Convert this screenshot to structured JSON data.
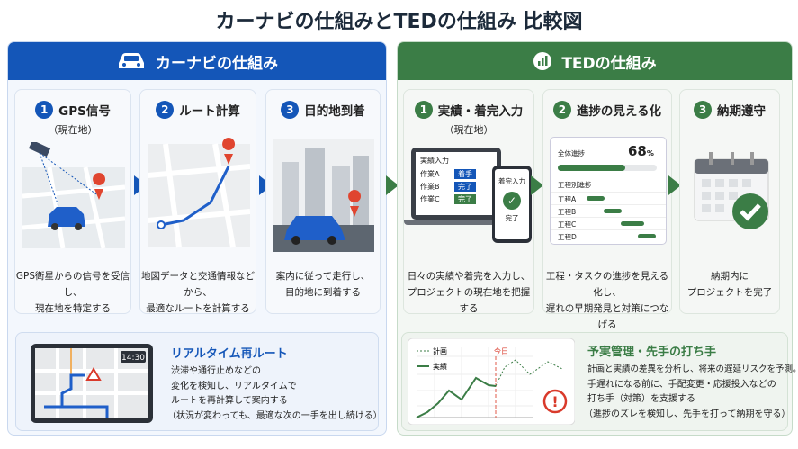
{
  "title": "カーナビの仕組みとTEDの仕組み 比較図",
  "left": {
    "header": "カーナビの仕組み",
    "steps": [
      {
        "num": "1",
        "title": "GPS信号",
        "sub": "（現在地）",
        "desc": [
          "GPS衛星からの信号を受信し、",
          "現在地を特定する"
        ]
      },
      {
        "num": "2",
        "title": "ルート計算",
        "desc": [
          "地図データと交通情報などから、",
          "最適なルートを計算する"
        ]
      },
      {
        "num": "3",
        "title": "目的地到着",
        "desc": [
          "案内に従って走行し、",
          "目的地に到着する"
        ]
      }
    ],
    "bottom": {
      "title": "リアルタイム再ルート",
      "time": "14:30",
      "lines": [
        "渋滞や通行止めなどの",
        "変化を検知し、リアルタイムで",
        "ルートを再計算して案内する",
        "（状況が変わっても、最適な次の一手を出し続ける）"
      ]
    }
  },
  "right": {
    "header": "TEDの仕組み",
    "steps": [
      {
        "num": "1",
        "title": "実績・着完入力",
        "sub": "（現在地）",
        "desc": [
          "日々の実績や着完を入力し、",
          "プロジェクトの現在地を把握する"
        ]
      },
      {
        "num": "2",
        "title": "進捗の見える化",
        "desc": [
          "工程・タスクの進捗を見える化し、",
          "遅れの早期発見と対策につなげる"
        ]
      },
      {
        "num": "3",
        "title": "納期遵守",
        "desc": [
          "納期内に",
          "プロジェクトを完了"
        ]
      }
    ],
    "laptop": {
      "title": "実績入力",
      "rows": [
        {
          "task": "作業A",
          "status": "着手"
        },
        {
          "task": "作業B",
          "status": "完了"
        },
        {
          "task": "作業C",
          "status": "完了"
        }
      ]
    },
    "phone": {
      "title": "着完入力",
      "done": "完了"
    },
    "progress": {
      "label": "全体進捗",
      "value": 68,
      "unit": "%",
      "gantt_title": "工程別進捗",
      "processes": [
        "工程A",
        "工程B",
        "工程C",
        "工程D"
      ]
    },
    "bottom": {
      "title": "予実管理・先手の打ち手",
      "legend_plan": "計画",
      "legend_actual": "実績",
      "today": "今日",
      "lines": [
        "計画と実績の差異を分析し、将来の遅延リスクを予測。",
        "手遅れになる前に、手配変更・応援投入などの",
        "打ち手（対策）を支援する",
        "（進捗のズレを検知し、先手を打って納期を守る）"
      ]
    }
  },
  "colors": {
    "blue": "#1456b8",
    "green": "#3b7d46",
    "red": "#d93a2b"
  }
}
